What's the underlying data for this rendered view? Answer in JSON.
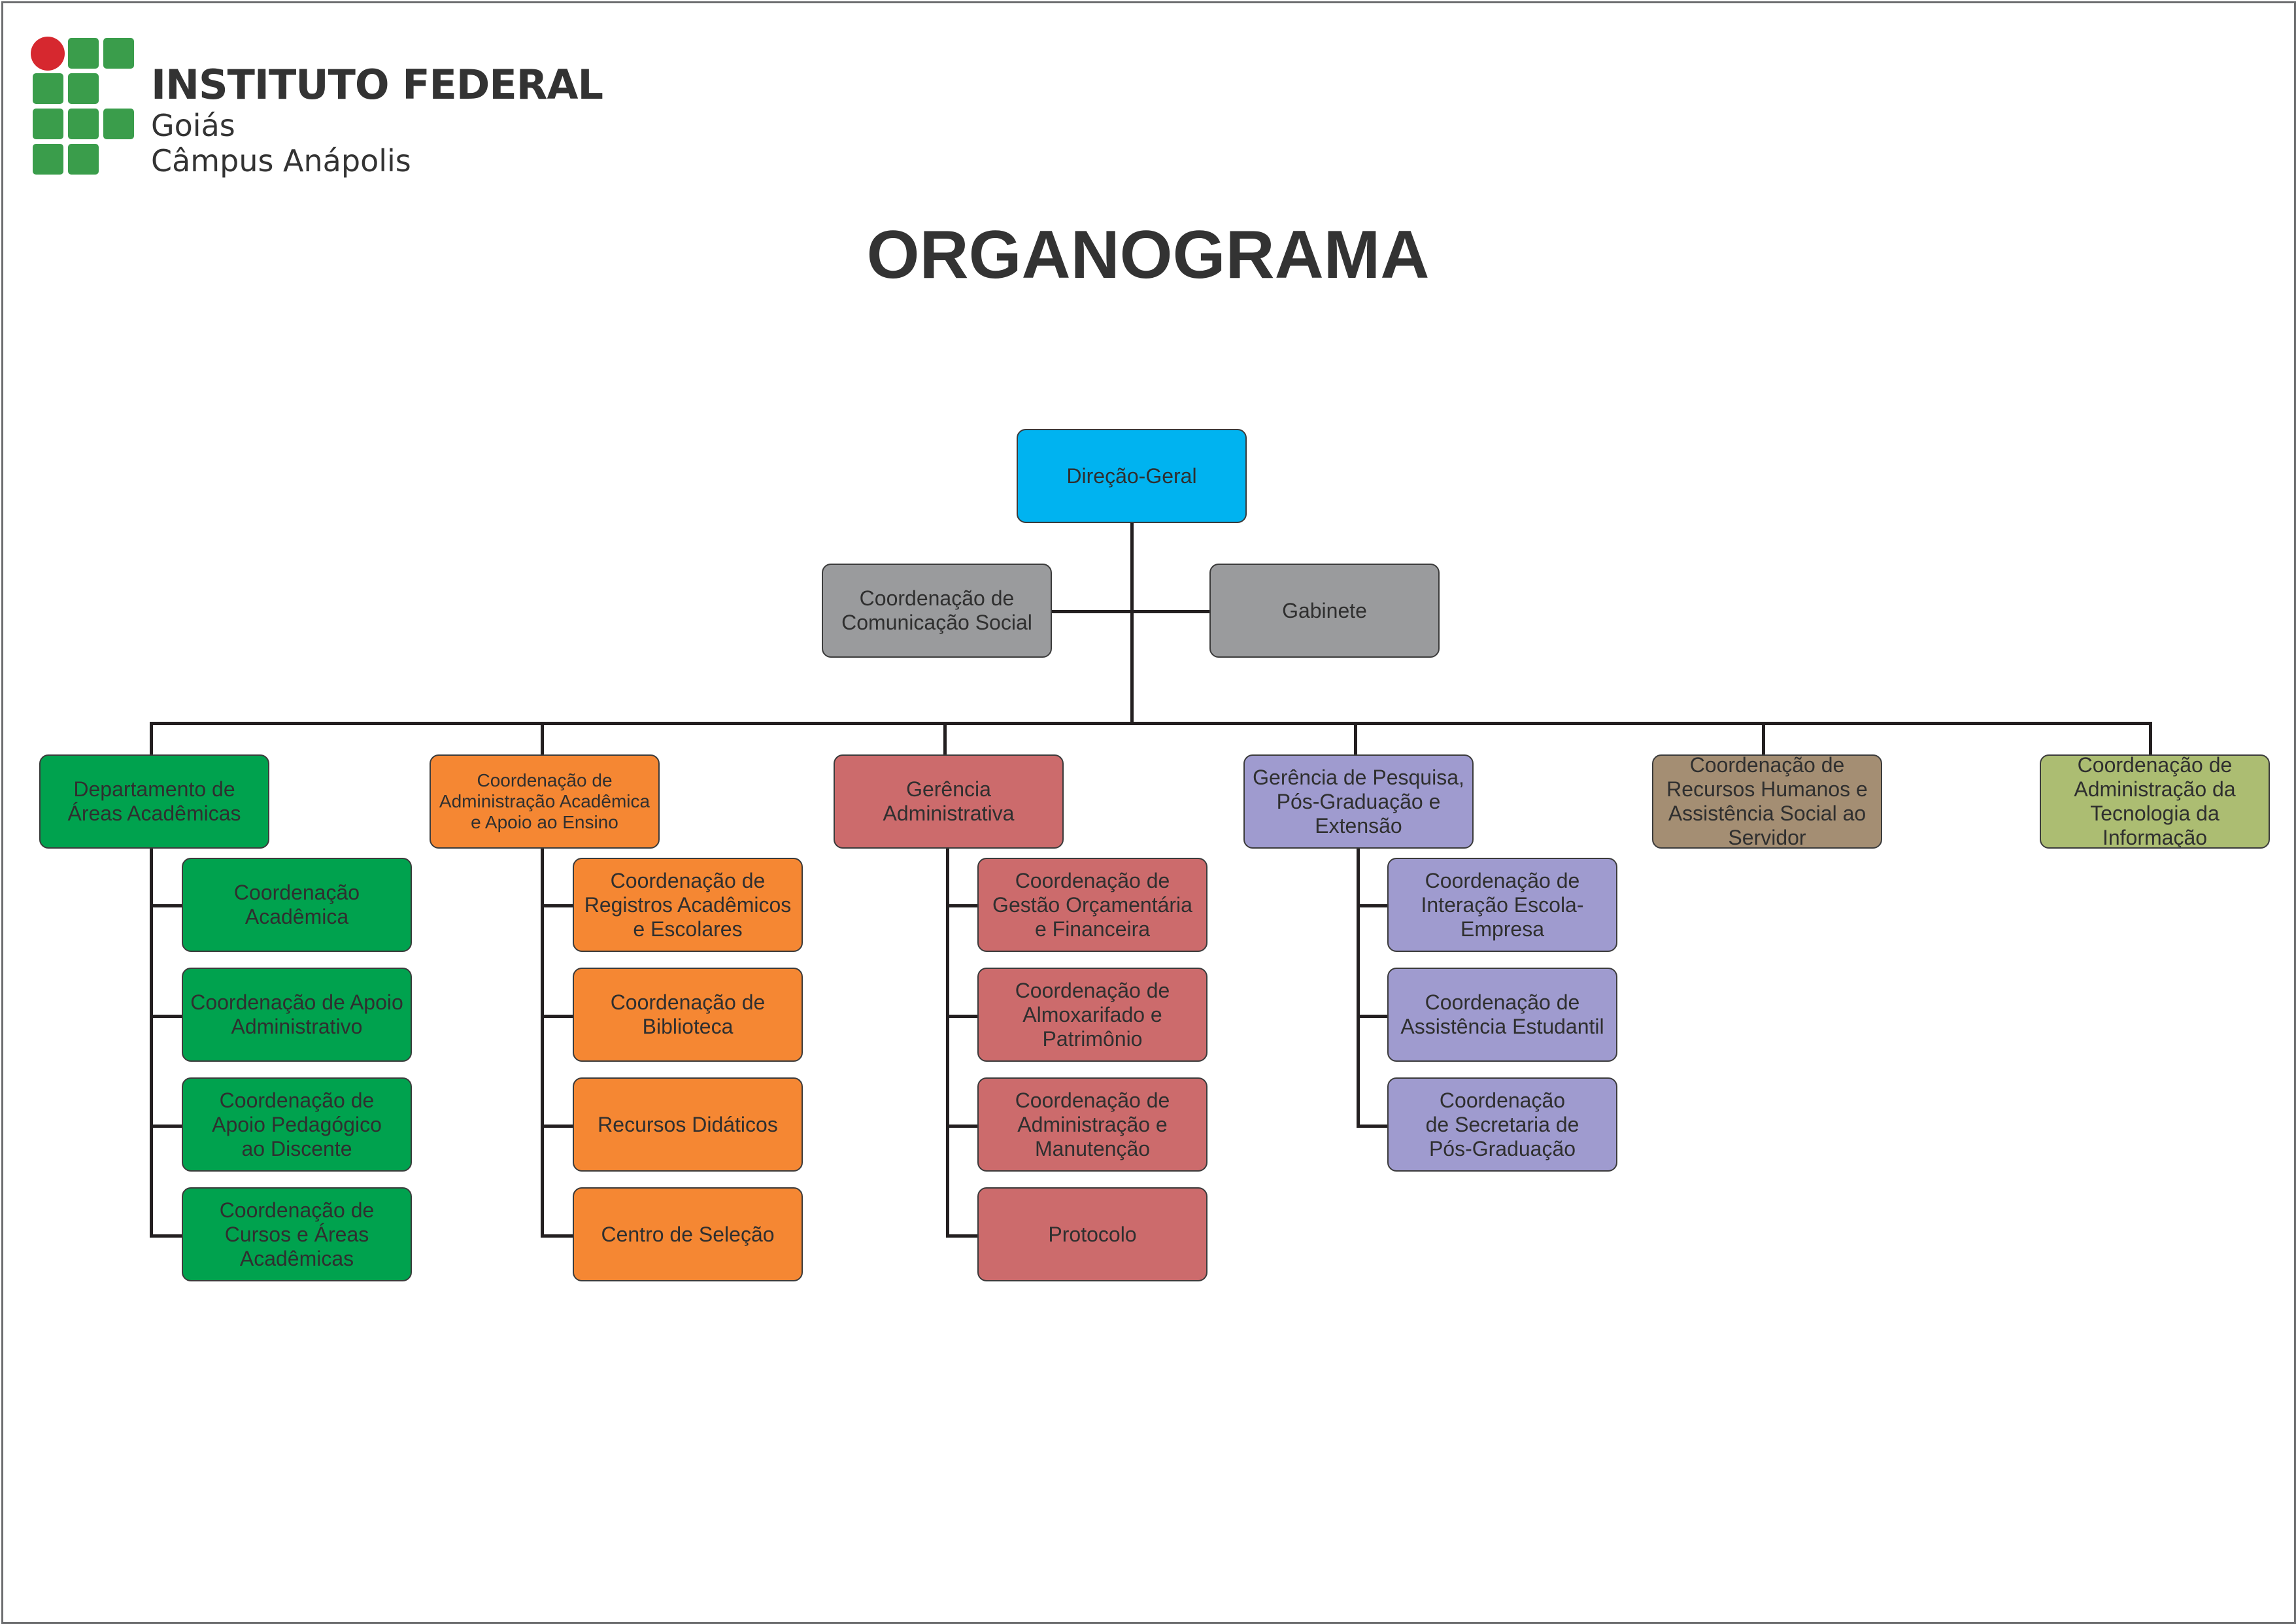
{
  "header": {
    "logo_title": "INSTITUTO FEDERAL",
    "logo_line1": "Goiás",
    "logo_line2": "Câmpus Anápolis",
    "page_title": "ORGANOGRAMA"
  },
  "colors": {
    "direcao": "#00b3f0",
    "assessoria": "#9a9b9d",
    "dep_areas": "#00a24e",
    "admin_academica": "#f58733",
    "gerencia_admin": "#cc6b6c",
    "pesquisa": "#9f9bcf",
    "recursos_humanos": "#a48e73",
    "tecnologia": "#acbd72"
  },
  "org": {
    "top": "Direção-Geral",
    "staff_left": "Coordenação de\nComunicação Social",
    "staff_right": "Gabinete",
    "departments": [
      {
        "name": "Departamento de\nÁreas Acadêmicas",
        "children": [
          "Coordenação\nAcadêmica",
          "Coordenação de Apoio\nAdministrativo",
          "Coordenação de\nApoio Pedagógico\nao Discente",
          "Coordenação de\nCursos e Áreas\nAcadêmicas"
        ]
      },
      {
        "name": "Coordenação de\nAdministração Acadêmica\ne Apoio ao Ensino",
        "children": [
          "Coordenação de\nRegistros Acadêmicos\ne Escolares",
          "Coordenação de\nBiblioteca",
          "Recursos Didáticos",
          "Centro de Seleção"
        ]
      },
      {
        "name": "Gerência\nAdministrativa",
        "children": [
          "Coordenação  de\nGestão Orçamentária\ne Financeira",
          "Coordenação de\nAlmoxarifado e\nPatrimônio",
          "Coordenação de\nAdministração e\nManutenção",
          "Protocolo"
        ]
      },
      {
        "name": "Gerência de Pesquisa,\nPós-Graduação e\nExtensão",
        "children": [
          "Coordenação de\nInteração Escola-\nEmpresa",
          "Coordenação de\nAssistência Estudantil",
          "Coordenação\nde Secretaria de\nPós-Graduação"
        ]
      },
      {
        "name": "Coordenação de\nRecursos Humanos e\nAssistência Social ao\nServidor",
        "children": []
      },
      {
        "name": "Coordenação de\nAdministração da\nTecnologia da\nInformação",
        "children": []
      }
    ]
  }
}
